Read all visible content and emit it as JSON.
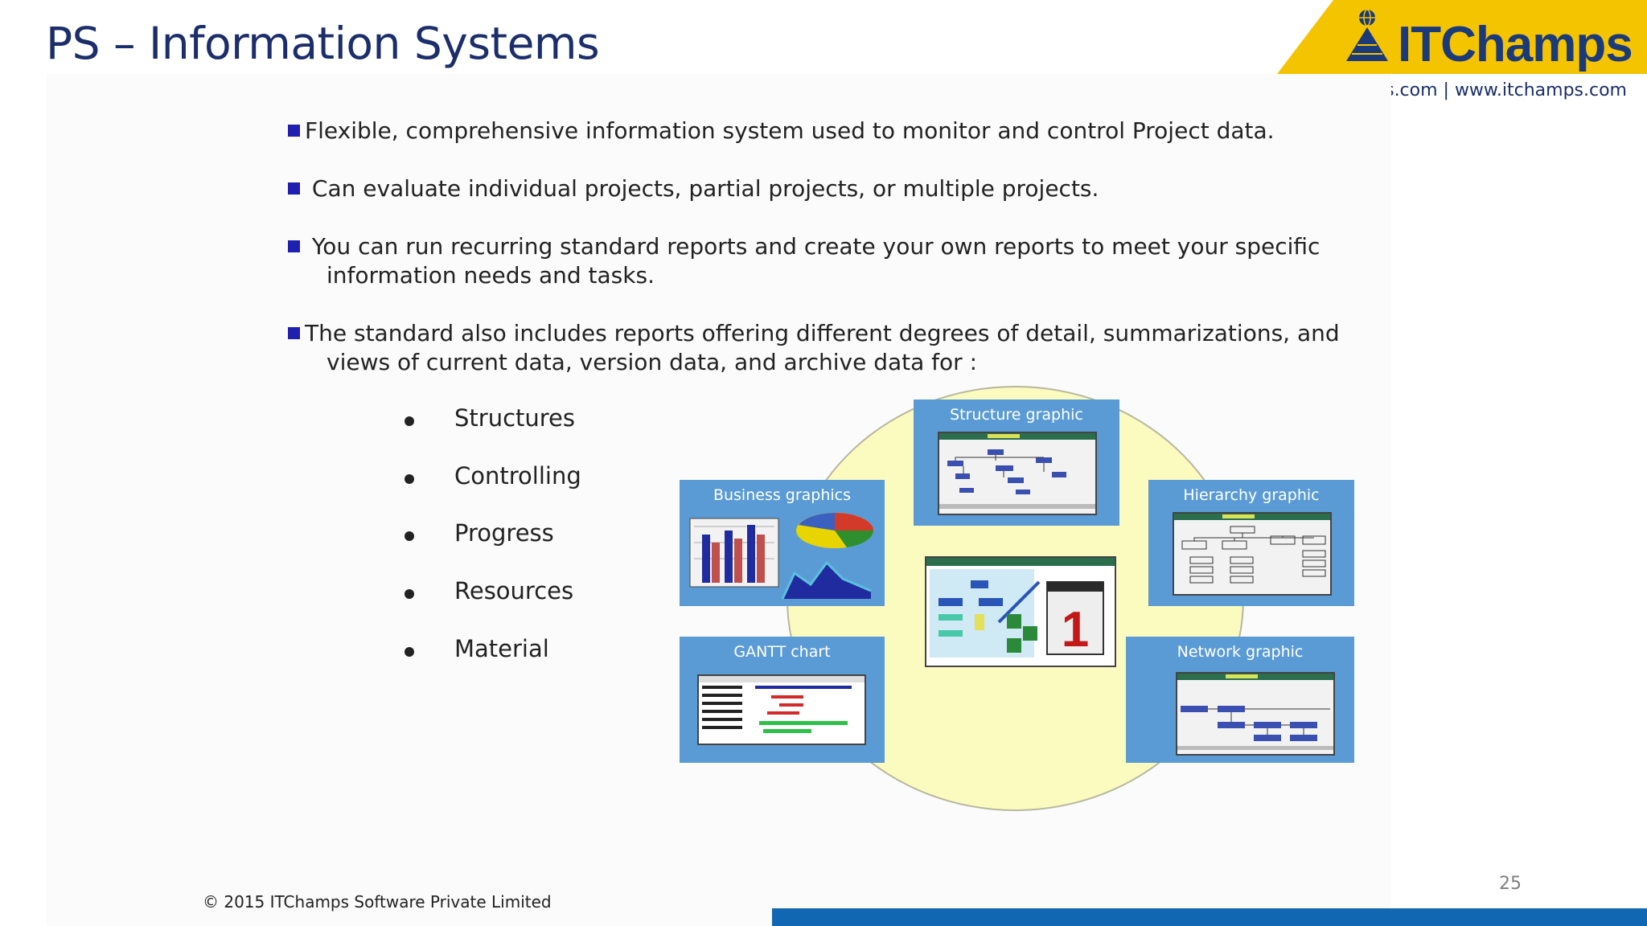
{
  "header": {
    "title": "PS – Information Systems",
    "logo_text": "ITChamps",
    "contact": "info@itchamps.com | www.itchamps.com"
  },
  "bullets": [
    {
      "text": "Flexible, comprehensive information system used to monitor and control Project data."
    },
    {
      "text": " Can evaluate individual projects, partial projects, or multiple projects."
    },
    {
      "line1": " You can run recurring standard reports and create your own reports to meet your specific",
      "line2": "information needs and tasks."
    },
    {
      "line1": "The standard also includes reports offering different degrees of detail, summarizations, and",
      "line2": "views of current data, version data, and archive data for :"
    }
  ],
  "subitems": [
    "Structures",
    "Controlling",
    "Progress",
    "Resources",
    "Material"
  ],
  "diagram": {
    "structure": "Structure graphic",
    "business": "Business graphics",
    "hierarchy": "Hierarchy graphic",
    "gantt": "GANTT chart",
    "network": "Network graphic",
    "calendar_number": "1"
  },
  "footer": {
    "copyright": "© 2015 ITChamps Software Private Limited",
    "page_number": "25"
  },
  "colors": {
    "title": "#1b2d6b",
    "panel": "#5b9bd5",
    "logo_yellow": "#f5c400",
    "bar": "#1267b3"
  }
}
